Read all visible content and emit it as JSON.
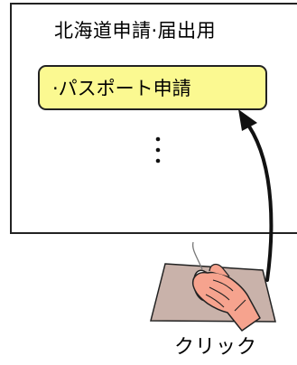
{
  "panel": {
    "title": "北海道申請·届出用"
  },
  "menu": {
    "item_label": "·パスポート申請"
  },
  "annotation": {
    "click_label": "クリック"
  },
  "colors": {
    "highlight_fill": "#fbf991",
    "hand_fill": "#f6a38e",
    "mousepad_fill": "#c9b2aa",
    "outline": "#222222"
  }
}
